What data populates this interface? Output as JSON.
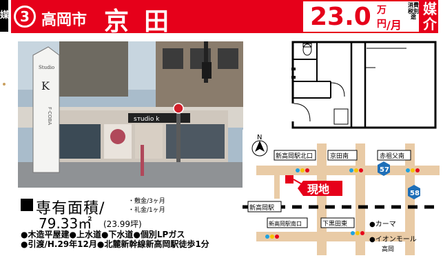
{
  "edge": {
    "side_text": "媒"
  },
  "header": {
    "number": "3",
    "city": "高岡市",
    "town": "京田",
    "price": "23.0",
    "price_unit_man": "万",
    "price_unit_yen": "円",
    "price_per": "/月",
    "tax_note": "消費税別途",
    "broker": "媒介"
  },
  "photo": {
    "sign_top": "Studio",
    "sign_letter": "K",
    "sign_bottom": "F·COBA",
    "shop_sign": "sтudio k"
  },
  "map": {
    "compass_label": "N",
    "landmark": "現地",
    "stations": {
      "kita": "新高岡駅北口",
      "kyodenminami": "京田南",
      "akasofuminami": "赤祖父南",
      "shintakaoka": "新高岡駅",
      "minami": "新高岡駅南口",
      "shimokurodahigashi": "下黒田東"
    },
    "route_57": "57",
    "route_58": "58",
    "shop1": "●カーマ",
    "shop2_line1": "●イオンモール",
    "shop2_line2": "高岡"
  },
  "area": {
    "label": "専有面積/",
    "value": "79.33㎡",
    "tsubo": "(23.99坪)",
    "deposit": "・敷金/3ヶ月",
    "key_money": "・礼金/1ヶ月"
  },
  "notes": {
    "line1": "●木造平屋建●上水道●下水道●個別LPガス",
    "line2": "●引渡/H.29年12月●北麓新幹線新高岡駅徒歩1分"
  }
}
